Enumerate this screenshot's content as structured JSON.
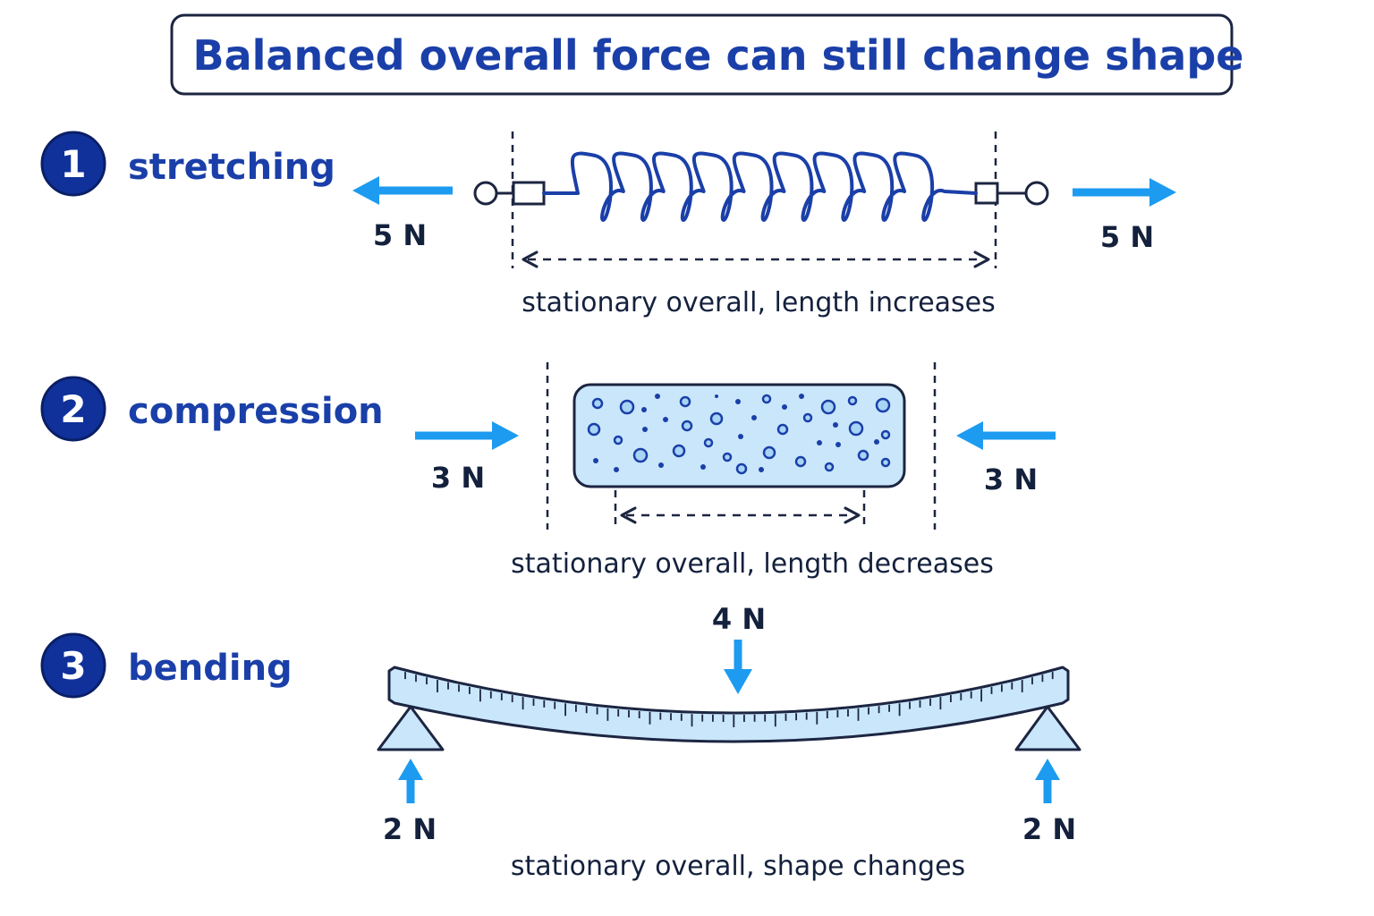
{
  "title": "Balanced overall force can still change shape",
  "colors": {
    "title_blue": "#1a3fa8",
    "badge_blue": "#10319a",
    "force_arrow": "#1d9bf0",
    "material_fill": "#c9e6fb",
    "outline": "#1c2541"
  },
  "sections": {
    "stretching": {
      "number": "1",
      "label": "stretching",
      "left_force": "5 N",
      "right_force": "5 N",
      "caption": "stationary overall, length increases"
    },
    "compression": {
      "number": "2",
      "label": "compression",
      "left_force": "3 N",
      "right_force": "3 N",
      "caption": "stationary overall, length decreases"
    },
    "bending": {
      "number": "3",
      "label": "bending",
      "top_force": "4 N",
      "left_force": "2 N",
      "right_force": "2 N",
      "caption": "stationary overall, shape changes"
    }
  }
}
